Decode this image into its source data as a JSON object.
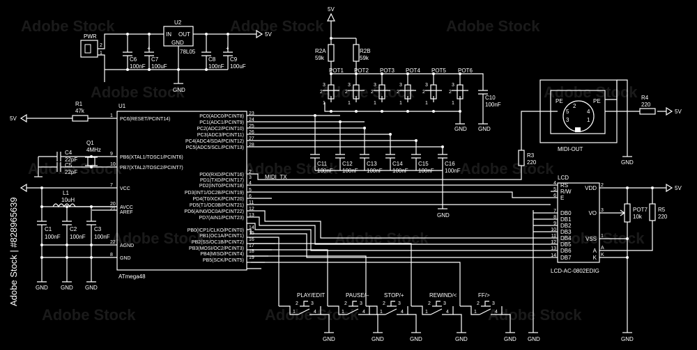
{
  "supply": {
    "v5": "5V",
    "gnd": "GND"
  },
  "power": {
    "pwr_label": "PWR",
    "pwr_pin1": "1",
    "pwr_pin2": "2",
    "u2_ref": "U2",
    "u2_in": "IN",
    "u2_out": "OUT",
    "u2_gnd": "GND",
    "u2_part": "78L05",
    "c6_ref": "C6",
    "c6_val": "100nF",
    "c7_ref": "C7",
    "c7_val": "100uF",
    "c8_ref": "C8",
    "c8_val": "100nF",
    "c9_ref": "C9",
    "c9_val": "100uF"
  },
  "mcu": {
    "ref": "U1",
    "part": "ATmega48",
    "left_pins": [
      {
        "name": "PC6(RESET/PCINT14)",
        "num": "1"
      },
      {
        "name": "PB6(XTAL1/TOSC1/PCINT6)",
        "num": "9"
      },
      {
        "name": "PB7(XTAL2/TOSC2/PCINT7)",
        "num": "10"
      },
      {
        "name": "VCC",
        "num": "7"
      },
      {
        "name": "AVCC",
        "num": "20"
      },
      {
        "name": "AREF",
        "num": "21"
      },
      {
        "name": "AGND",
        "num": "22"
      },
      {
        "name": "GND",
        "num": "8"
      }
    ],
    "right_pins": [
      {
        "name": "PC0(ADC0/PCINT8)",
        "num": "23"
      },
      {
        "name": "PC1(ADC1/PCINT9)",
        "num": "24"
      },
      {
        "name": "PC2(ADC2/PCINT10)",
        "num": "25"
      },
      {
        "name": "PC3(ADC3/PCINT11)",
        "num": "26"
      },
      {
        "name": "PC4(ADC4/SDA/PCINT12)",
        "num": "27"
      },
      {
        "name": "PC5(ADC5/SCL/PCINT13)",
        "num": "28"
      },
      {
        "name": "PD0(RXD/PCINT16)",
        "num": "2"
      },
      {
        "name": "PD1(TXD/PCINT17)",
        "num": "3"
      },
      {
        "name": "PD2(INT0/PCINT18)",
        "num": "4"
      },
      {
        "name": "PD3(INT1/OC2B/PCINT19)",
        "num": "5"
      },
      {
        "name": "PD4(T0/XCK/PCINT20)",
        "num": "6"
      },
      {
        "name": "PD5(T1/OC0B/PCINT21)",
        "num": "11"
      },
      {
        "name": "PD6(AIN0/OC0A/PCINT22)",
        "num": "12"
      },
      {
        "name": "PD7(AIN1/PCINT23)",
        "num": "13"
      },
      {
        "name": "PB0(ICP1/CLKO/PCINT0)",
        "num": "14"
      },
      {
        "name": "PB1(OC1A/PCINT1)",
        "num": "15"
      },
      {
        "name": "PB2(SS/OC1B/PCINT2)",
        "num": "16"
      },
      {
        "name": "PB3(MOSI/OC2/PCINT3)",
        "num": "17"
      },
      {
        "name": "PB4(MISO/PCINT4)",
        "num": "18"
      },
      {
        "name": "PB5(SCK/PCINT5)",
        "num": "19"
      }
    ]
  },
  "parts": {
    "r1_ref": "R1",
    "r1_val": "47k",
    "q1_ref": "Q1",
    "q1_val": "4MHz",
    "c4_ref": "C4",
    "c4_val": "22pF",
    "c5_ref": "C5",
    "c5_val": "22pF",
    "l1_ref": "L1",
    "l1_val": "10uH",
    "c1_ref": "C1",
    "c1_val": "100nF",
    "c2_ref": "C2",
    "c2_val": "100nF",
    "c3_ref": "C3",
    "c3_val": "100nF"
  },
  "pots": {
    "r2a_ref": "R2A",
    "r2a_val": "59k",
    "r2b_ref": "R2B",
    "r2b_val": "59k",
    "labels": [
      "POT1",
      "POT2",
      "POT3",
      "POT4",
      "POT5",
      "POT6"
    ],
    "pin1": "1",
    "pin2": "2",
    "pin3": "3",
    "c10_ref": "C10",
    "c10_val": "100nF",
    "caps": [
      {
        "ref": "C11",
        "val": "100nF"
      },
      {
        "ref": "C12",
        "val": "100nF"
      },
      {
        "ref": "C13",
        "val": "100nF"
      },
      {
        "ref": "C14",
        "val": "100nF"
      },
      {
        "ref": "C15",
        "val": "100nF"
      },
      {
        "ref": "C16",
        "val": "100nF"
      }
    ]
  },
  "midi": {
    "net": "MIDI_TX",
    "connector": "MIDI-OUT",
    "pe": "PE",
    "pins": [
      "2",
      "5",
      "4",
      "3",
      "1"
    ],
    "r3_ref": "R3",
    "r3_val": "220",
    "r4_ref": "R4",
    "r4_val": "220"
  },
  "lcd": {
    "title": "LCD",
    "part": "LCD-AC-0802EDIG",
    "left_pins": [
      {
        "num": "4",
        "name": "RS"
      },
      {
        "num": "5",
        "name": "R/W"
      },
      {
        "num": "6",
        "name": "E"
      },
      {
        "num": "7",
        "name": "DB0"
      },
      {
        "num": "8",
        "name": "DB1"
      },
      {
        "num": "9",
        "name": "DB2"
      },
      {
        "num": "10",
        "name": "DB3"
      },
      {
        "num": "11",
        "name": "DB4"
      },
      {
        "num": "12",
        "name": "DB5"
      },
      {
        "num": "13",
        "name": "DB6"
      },
      {
        "num": "14",
        "name": "DB7"
      }
    ],
    "right_pins": [
      {
        "num": "2",
        "name": "VDD"
      },
      {
        "num": "3",
        "name": "VO"
      },
      {
        "num": "1",
        "name": "VSS"
      },
      {
        "num": "A",
        "name": "A"
      },
      {
        "num": "K",
        "name": "K"
      }
    ],
    "pot7_ref": "POT7",
    "pot7_val": "10k",
    "r5_ref": "R5",
    "r5_val": "220"
  },
  "buttons": {
    "labels": [
      "PLAY/EDIT",
      "PAUSE/–",
      "STOP/+",
      "REWIND/<",
      "FF/>"
    ],
    "pins": [
      "1",
      "2",
      "3",
      "4"
    ]
  },
  "watermark": {
    "text": "Adobe Stock",
    "side": "Adobe Stock | #828965639"
  }
}
